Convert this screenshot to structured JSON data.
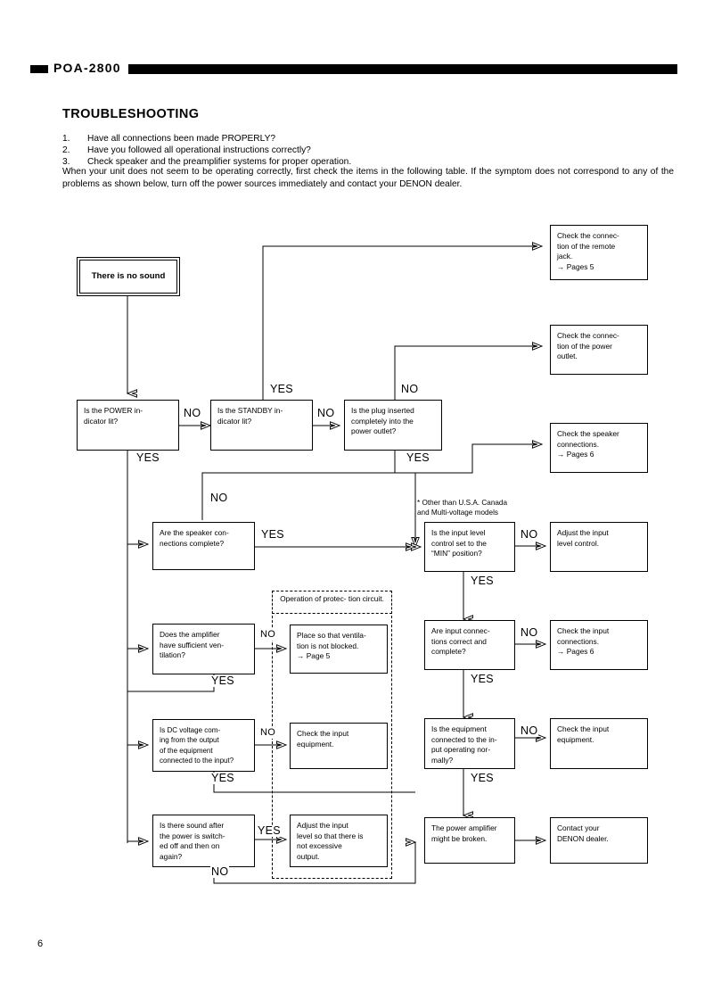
{
  "header": {
    "model": "POA-2800"
  },
  "title": "TROUBLESHOOTING",
  "intro": {
    "items": [
      {
        "num": "1.",
        "text": "Have all connections been made PROPERLY?"
      },
      {
        "num": "2.",
        "text": "Have you followed all operational instructions correctly?"
      },
      {
        "num": "3.",
        "text": "Check speaker and the preamplifier systems for proper operation."
      }
    ],
    "paragraph": "When your unit does not seem to be operating correctly, first check the items in the following table. If the symptom does not correspond to any of the problems as shown below, turn off the power sources immediately and contact your DENON dealer."
  },
  "flow": {
    "start": "There is no sound",
    "nodes": {
      "power_indicator": "Is the POWER in-\ndicator lit?",
      "standby_indicator": "Is the STANDBY in-\ndicator lit?",
      "plug_inserted": "Is the plug inserted\ncompletely into the\npower outlet?",
      "remote_jack": "Check the connec-\ntion of the remote\njack.\n→ Pages 5",
      "power_outlet": "Check the connec-\ntion of the power\noutlet.",
      "speaker_check": "Check the speaker\nconnections.\n→ Pages 6",
      "speaker_connections": "Are the speaker con-\nnections complete?",
      "amplifier_ventilation": "Does the amplifier\nhave sufficient ven-\ntilation?",
      "place_ventilation": "Place so that ventila-\ntion is not blocked.\n→ Page 5",
      "dc_voltage": "Is DC voltage com-\ning from the output\nof the equipment\nconnected to the input?",
      "check_input_equipment_left": "Check the input\nequipment.",
      "sound_after_power": "Is there sound after\nthe power is switch-\ned off and then on\nagain?",
      "adjust_input_level_excess": "Adjust the input\nlevel so that there is\nnot excessive\noutput.",
      "input_level_min": "Is the input level\ncontrol set to the\n“MIN” position?",
      "adjust_level_control": "Adjust the input\nlevel control.",
      "input_connections": "Are input connec-\ntions correct and\ncomplete?",
      "check_input_connections": "Check the input\nconnections.\n→ Pages 6",
      "equipment_normal": "Is the equipment\nconnected to the in-\nput operating nor-\nmally?",
      "check_input_equipment_right": "Check the input\nequipment.",
      "amplifier_broken": "The power amplifier\nmight be broken.",
      "contact_dealer": "Contact your\nDENON dealer."
    },
    "labels": {
      "power_no": "NO",
      "power_yes": "YES",
      "standby_yes": "YES",
      "standby_no": "NO",
      "plug_no": "NO",
      "plug_yes": "YES",
      "speaker_no": "NO",
      "speaker_yes": "YES",
      "ventilation_no": "NO",
      "ventilation_yes": "YES",
      "dc_no": "NO",
      "dc_yes": "YES",
      "sound_yes": "YES",
      "sound_no": "NO",
      "min_no": "NO",
      "min_yes": "YES",
      "inputconn_no": "NO",
      "inputconn_yes": "YES",
      "normal_no": "NO",
      "normal_yes": "YES"
    },
    "annotations": {
      "protection_circuit": "Operation of protec-\ntion circuit.",
      "footnote": "* Other than U.S.A. Canada\n   and Multi-voltage models"
    }
  },
  "page_number": "6"
}
